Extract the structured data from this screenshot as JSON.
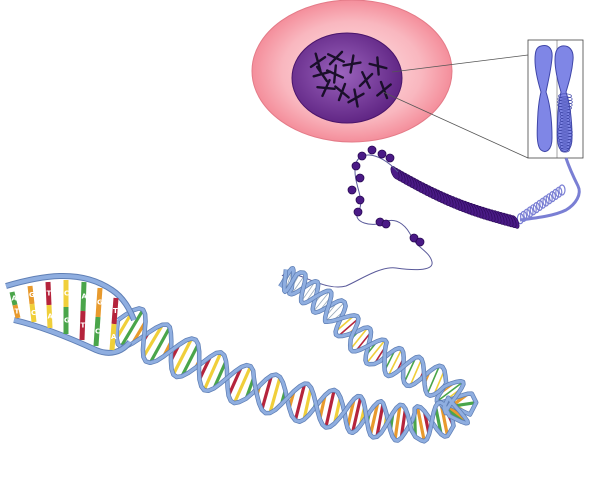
{
  "colors": {
    "cytoplasm": "#f7a3ad",
    "cytoplasm_inner": "#fde3e6",
    "nucleus": "#6b2a8f",
    "nucleus_light": "#8e54b0",
    "chromosome_dark": "#1a0f2a",
    "chromosome_blue": "#7a82e0",
    "chromosome_blue_dark": "#3f46a8",
    "chromatin": "#4a1a86",
    "chromatin_fiber": "#7a7fd4",
    "backbone": "#8faee0",
    "backbone_dark": "#5f7fb5",
    "base_red": "#b5243c",
    "base_yellow": "#f0cf3a",
    "base_green": "#4aa54a",
    "base_orange": "#e89a2d"
  },
  "base_pair_letters": [
    "A",
    "T",
    "G",
    "C",
    "T",
    "A",
    "C",
    "G",
    "A",
    "T",
    "G",
    "C",
    "T",
    "A"
  ]
}
